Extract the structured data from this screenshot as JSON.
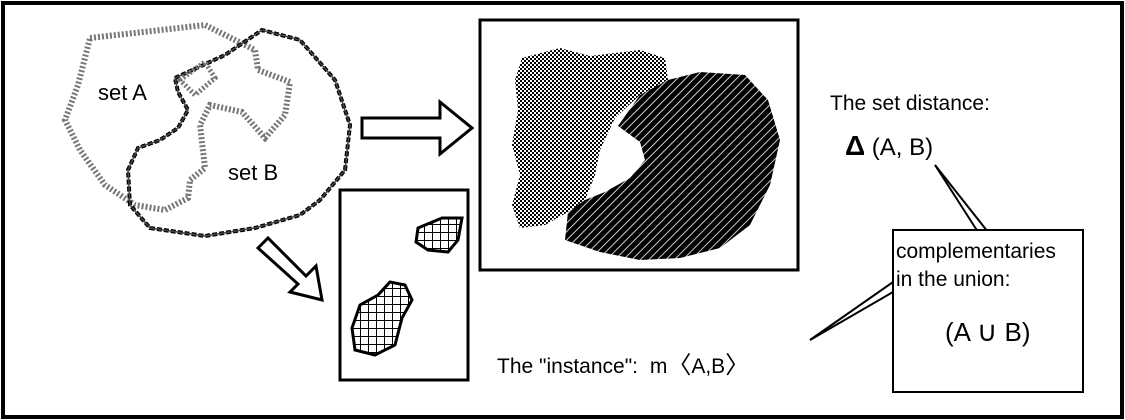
{
  "labels": {
    "set_a": "set A",
    "set_b": "set B",
    "set_distance_title": "The set distance:",
    "delta_symbol": "Δ",
    "delta_args": "(A, B)",
    "complementaries_line1": "complementaries",
    "complementaries_line2": "in the union:",
    "union_expr_open": "(A",
    "union_symbol": "∪",
    "union_expr_close": "B)",
    "instance_label": "The \"instance\":",
    "instance_m": "m",
    "instance_open": "〈",
    "instance_args": "A,B",
    "instance_close": "〉"
  },
  "colors": {
    "ink": "#000000",
    "background": "#ffffff",
    "hatch_light": "#8c8c8c"
  }
}
